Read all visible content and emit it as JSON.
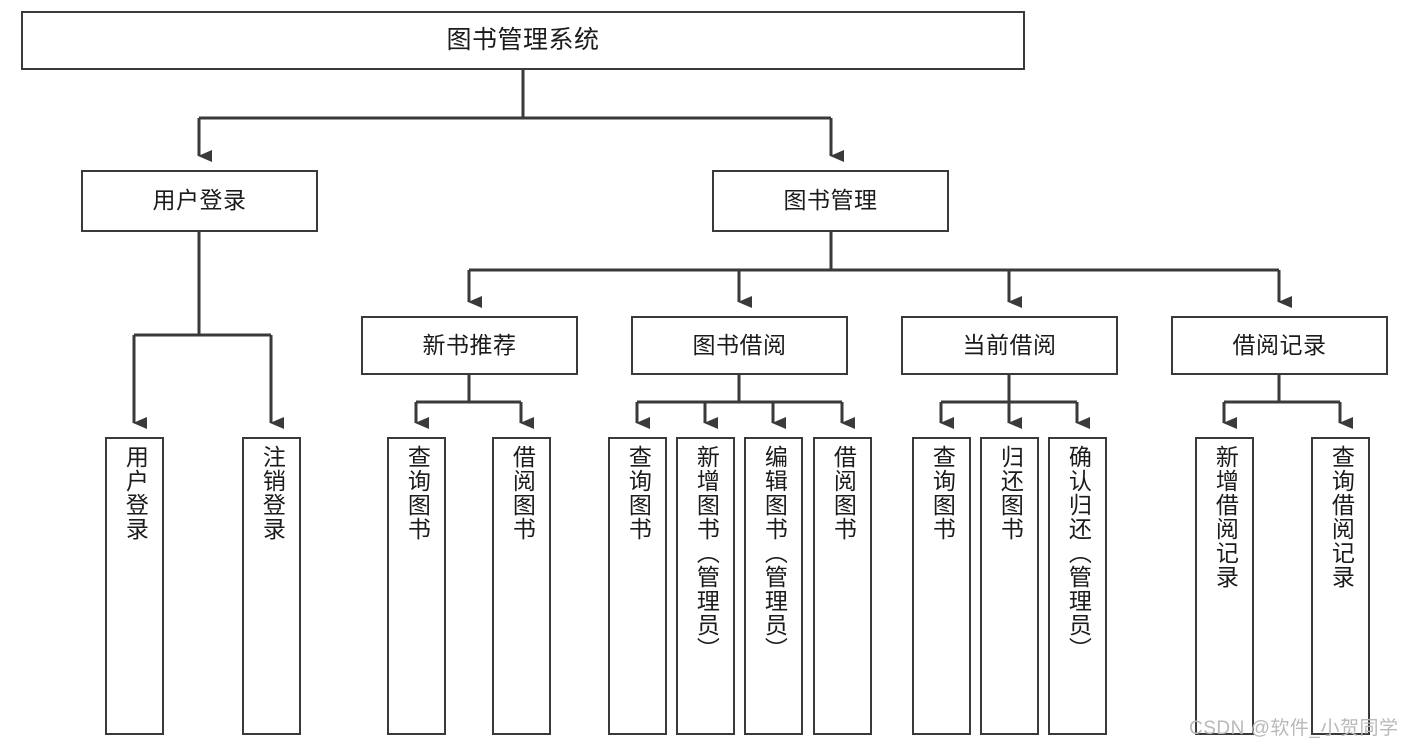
{
  "diagram": {
    "title": "图书管理系统",
    "type": "tree-hierarchy-chart",
    "background_color": "#ffffff",
    "line_color": "#3a3a3a",
    "text_color": "#1b1b1b"
  },
  "nodes": {
    "root": {
      "label": "图书管理系统"
    },
    "level2": [
      {
        "label": "用户登录"
      },
      {
        "label": "图书管理"
      }
    ],
    "level3": [
      {
        "label": "新书推荐"
      },
      {
        "label": "图书借阅"
      },
      {
        "label": "当前借阅"
      },
      {
        "label": "借阅记录"
      }
    ],
    "leaves": {
      "user_login": [
        {
          "label": "用户登录"
        },
        {
          "label": "注销登录"
        }
      ],
      "new_book_recommend": [
        {
          "label": "查询图书"
        },
        {
          "label": "借阅图书"
        }
      ],
      "book_borrow": [
        {
          "label": "查询图书"
        },
        {
          "label": "新增图书（管理员）"
        },
        {
          "label": "编辑图书（管理员）"
        },
        {
          "label": "借阅图书"
        }
      ],
      "current_borrow": [
        {
          "label": "查询图书"
        },
        {
          "label": "归还图书"
        },
        {
          "label": "确认归还（管理员）"
        }
      ],
      "borrow_record": [
        {
          "label": "新增借阅记录"
        },
        {
          "label": "查询借阅记录"
        }
      ]
    }
  },
  "watermark": {
    "text": "CSDN @软件_小贺同学"
  }
}
